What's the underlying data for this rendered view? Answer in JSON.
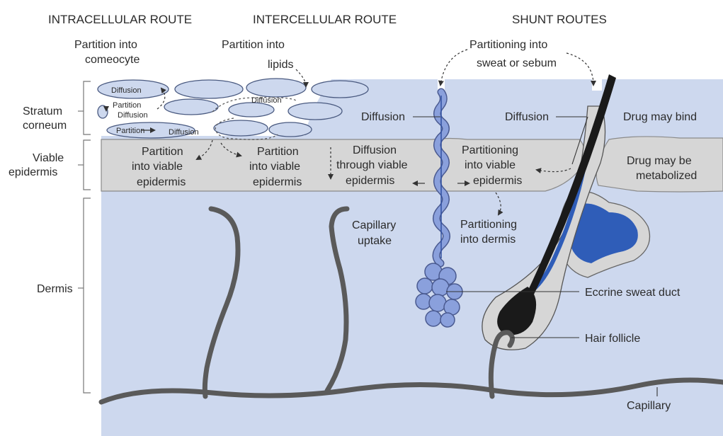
{
  "headers": {
    "intracellular": "INTRACELLULAR ROUTE",
    "intercellular": "INTERCELLULAR ROUTE",
    "shunt": "SHUNT ROUTES"
  },
  "layers": {
    "stratum_corneum": [
      "Stratum",
      "corneum"
    ],
    "viable_epidermis": [
      "Viable",
      "epidermis"
    ],
    "dermis": "Dermis"
  },
  "top_labels": {
    "partition_corneocyte": [
      "Partition into",
      "comeocyte"
    ],
    "partition_lipids": [
      "Partition into",
      "lipids"
    ],
    "partition_sweat_sebum": [
      "Partitioning into",
      "sweat or sebum"
    ]
  },
  "corneum_labels": {
    "diffusion_cell": "Diffusion",
    "partition_small": "Partition",
    "diffusion_small": "Diffusion",
    "partition_bottom": "Partition",
    "diffusion_bottom": "Diffusion",
    "diffusion_lipid": "Diffusion"
  },
  "labels": {
    "diffusion_duct": "Diffusion",
    "diffusion_hair": "Diffusion",
    "drug_may_bind": "Drug may bind",
    "partition_viable_1": [
      "Partition",
      "into viable",
      "epidermis"
    ],
    "partition_viable_2": [
      "Partition",
      "into viable",
      "epidermis"
    ],
    "diffusion_viable": [
      "Diffusion",
      "through viable",
      "epidermis"
    ],
    "partitioning_viable": [
      "Partitioning",
      "into viable",
      "epidermis"
    ],
    "drug_metabolized": [
      "Drug may be",
      "metabolized"
    ],
    "capillary_uptake": [
      "Capillary",
      "uptake"
    ],
    "partitioning_dermis": [
      "Partitioning",
      "into dermis"
    ],
    "eccrine_duct": "Eccrine sweat duct",
    "hair_follicle": "Hair follicle",
    "capillary": "Capillary"
  },
  "colors": {
    "tissue": "#cdd8ee",
    "epidermis": "#d6d6d6",
    "duct": "#8aa0dc",
    "gland": "#2f5db8",
    "hair": "#1a1a1a",
    "capillary": "#5a5a5a"
  }
}
